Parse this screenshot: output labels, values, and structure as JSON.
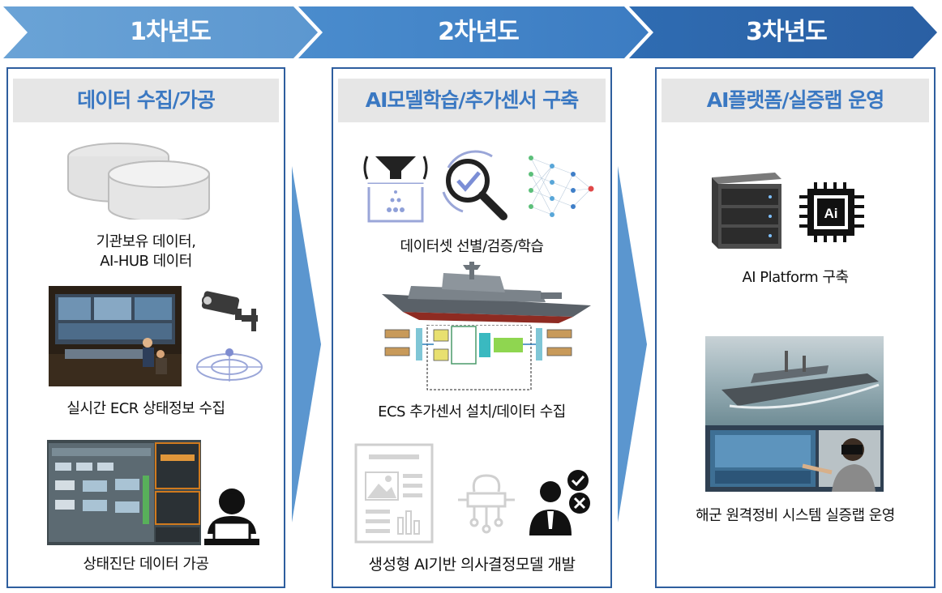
{
  "header": {
    "years": [
      "1차년도",
      "2차년도",
      "3차년도"
    ]
  },
  "panels": [
    {
      "title": "데이터 수집/가공",
      "captions": [
        "기관보유 데이터,",
        "AI-HUB 데이터",
        "실시간 ECR 상태정보 수집",
        "상태진단 데이터 가공"
      ],
      "icons": [
        "database-icon",
        "control-room-photo",
        "cctv-camera-icon",
        "location-target-icon",
        "monitoring-software-screenshot",
        "operator-laptop-icon"
      ]
    },
    {
      "title": "AI모델학습/추가센서 구축",
      "captions": [
        "데이터셋 선별/검증/학습",
        "ECS 추가센서 설치/데이터 수집",
        "생성형 AI기반 의사결정모델 개발"
      ],
      "icons": [
        "data-filter-icon",
        "magnifier-check-icon",
        "neural-network-icon",
        "warship-image",
        "ecs-system-diagram",
        "report-document-icon",
        "ai-circuit-icon",
        "decision-person-icon"
      ]
    },
    {
      "title": "AI플랫폼/실증랩 운영",
      "captions": [
        "AI Platform 구축",
        "해군 원격정비 시스템 실증랩 운영"
      ],
      "icons": [
        "server-icon",
        "ai-chip-icon",
        "navy-ship-photo",
        "vr-lab-photo"
      ]
    }
  ],
  "colors": {
    "chevron1": "#7fb0dc",
    "chevron2": "#4d8fd0",
    "chevron3": "#2b66ad",
    "panel_border": "#2e5e9e",
    "title_text": "#3a78c2",
    "title_bg": "#e6e6e6",
    "side_arrow": "#5b96cf"
  }
}
